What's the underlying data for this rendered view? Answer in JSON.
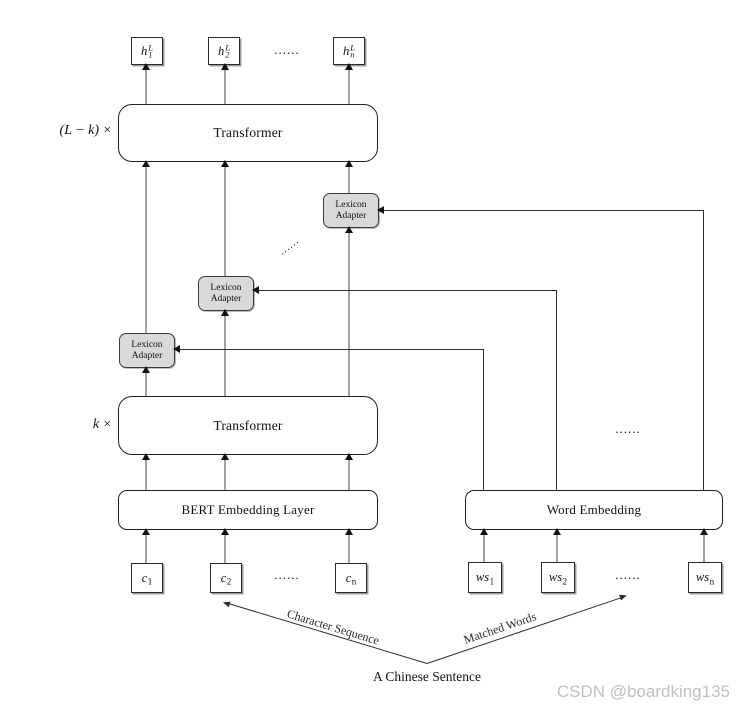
{
  "labels": {
    "transformer_top": "Transformer",
    "transformer_bottom": "Transformer",
    "l_minus_k": "(L − k) ×",
    "k_times": "k ×",
    "bert": "BERT Embedding Layer",
    "word_embedding": "Word Embedding",
    "adapter_line1": "Lexicon",
    "adapter_line2": "Adapter",
    "character_sequence": "Character Sequence",
    "matched_words": "Matched Words",
    "sentence": "A Chinese Sentence",
    "dots": "......"
  },
  "outputs": [
    {
      "base": "h",
      "sup": "L",
      "sub": "1"
    },
    {
      "base": "h",
      "sup": "L",
      "sub": "2"
    },
    {
      "base": "h",
      "sup": "L",
      "sub": "n"
    }
  ],
  "char_inputs": [
    {
      "base": "c",
      "sub": "1"
    },
    {
      "base": "c",
      "sub": "2"
    },
    {
      "base": "c",
      "sub": "n"
    }
  ],
  "word_inputs": [
    {
      "base": "ws",
      "sub": "1"
    },
    {
      "base": "ws",
      "sub": "2"
    },
    {
      "base": "ws",
      "sub": "n"
    }
  ],
  "watermark": "CSDN @boardking135",
  "colors": {
    "background": "#ffffff",
    "line_gray": "#a3a3a3",
    "line_dark": "#2e2e2e",
    "adapter_fill": "#d9d9d9",
    "box_border": "#1f1f1f",
    "watermark": "#c0c0c0"
  }
}
